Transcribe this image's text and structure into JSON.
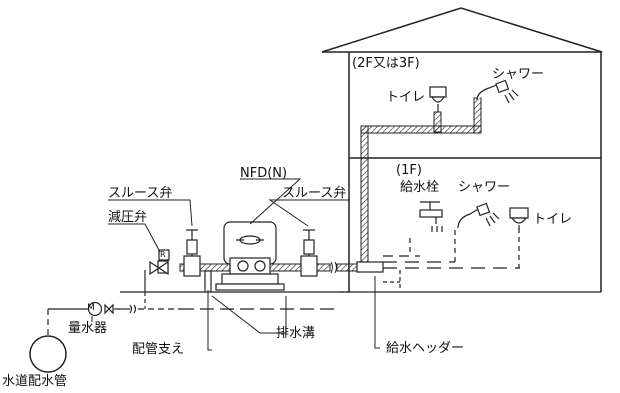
{
  "labels": {
    "upper_floor": "(2F又は3F)",
    "shower_upper": "シャワー",
    "toilet_upper": "トイレ",
    "first_floor": "(1F)",
    "faucet": "給水栓",
    "shower_lower": "シャワー",
    "toilet_lower": "トイレ",
    "pump_model": "NFD(N)",
    "sluice_valve_left": "スルース弁",
    "sluice_valve_right": "スルース弁",
    "pressure_valve": "減圧弁",
    "meter": "量水器",
    "pipe_support": "配管支え",
    "drain_ditch": "排水溝",
    "header": "給水ヘッダー",
    "main_pipe": "水道配水管",
    "meter_symbol": "M",
    "reducer_symbol": "R"
  },
  "icons": [
    "house-outline",
    "toilet-icon",
    "shower-icon",
    "faucet-icon",
    "pump-icon",
    "gate-valve-icon",
    "pressure-reducing-valve-icon",
    "water-meter-icon",
    "main-pipe-icon",
    "header-icon"
  ]
}
